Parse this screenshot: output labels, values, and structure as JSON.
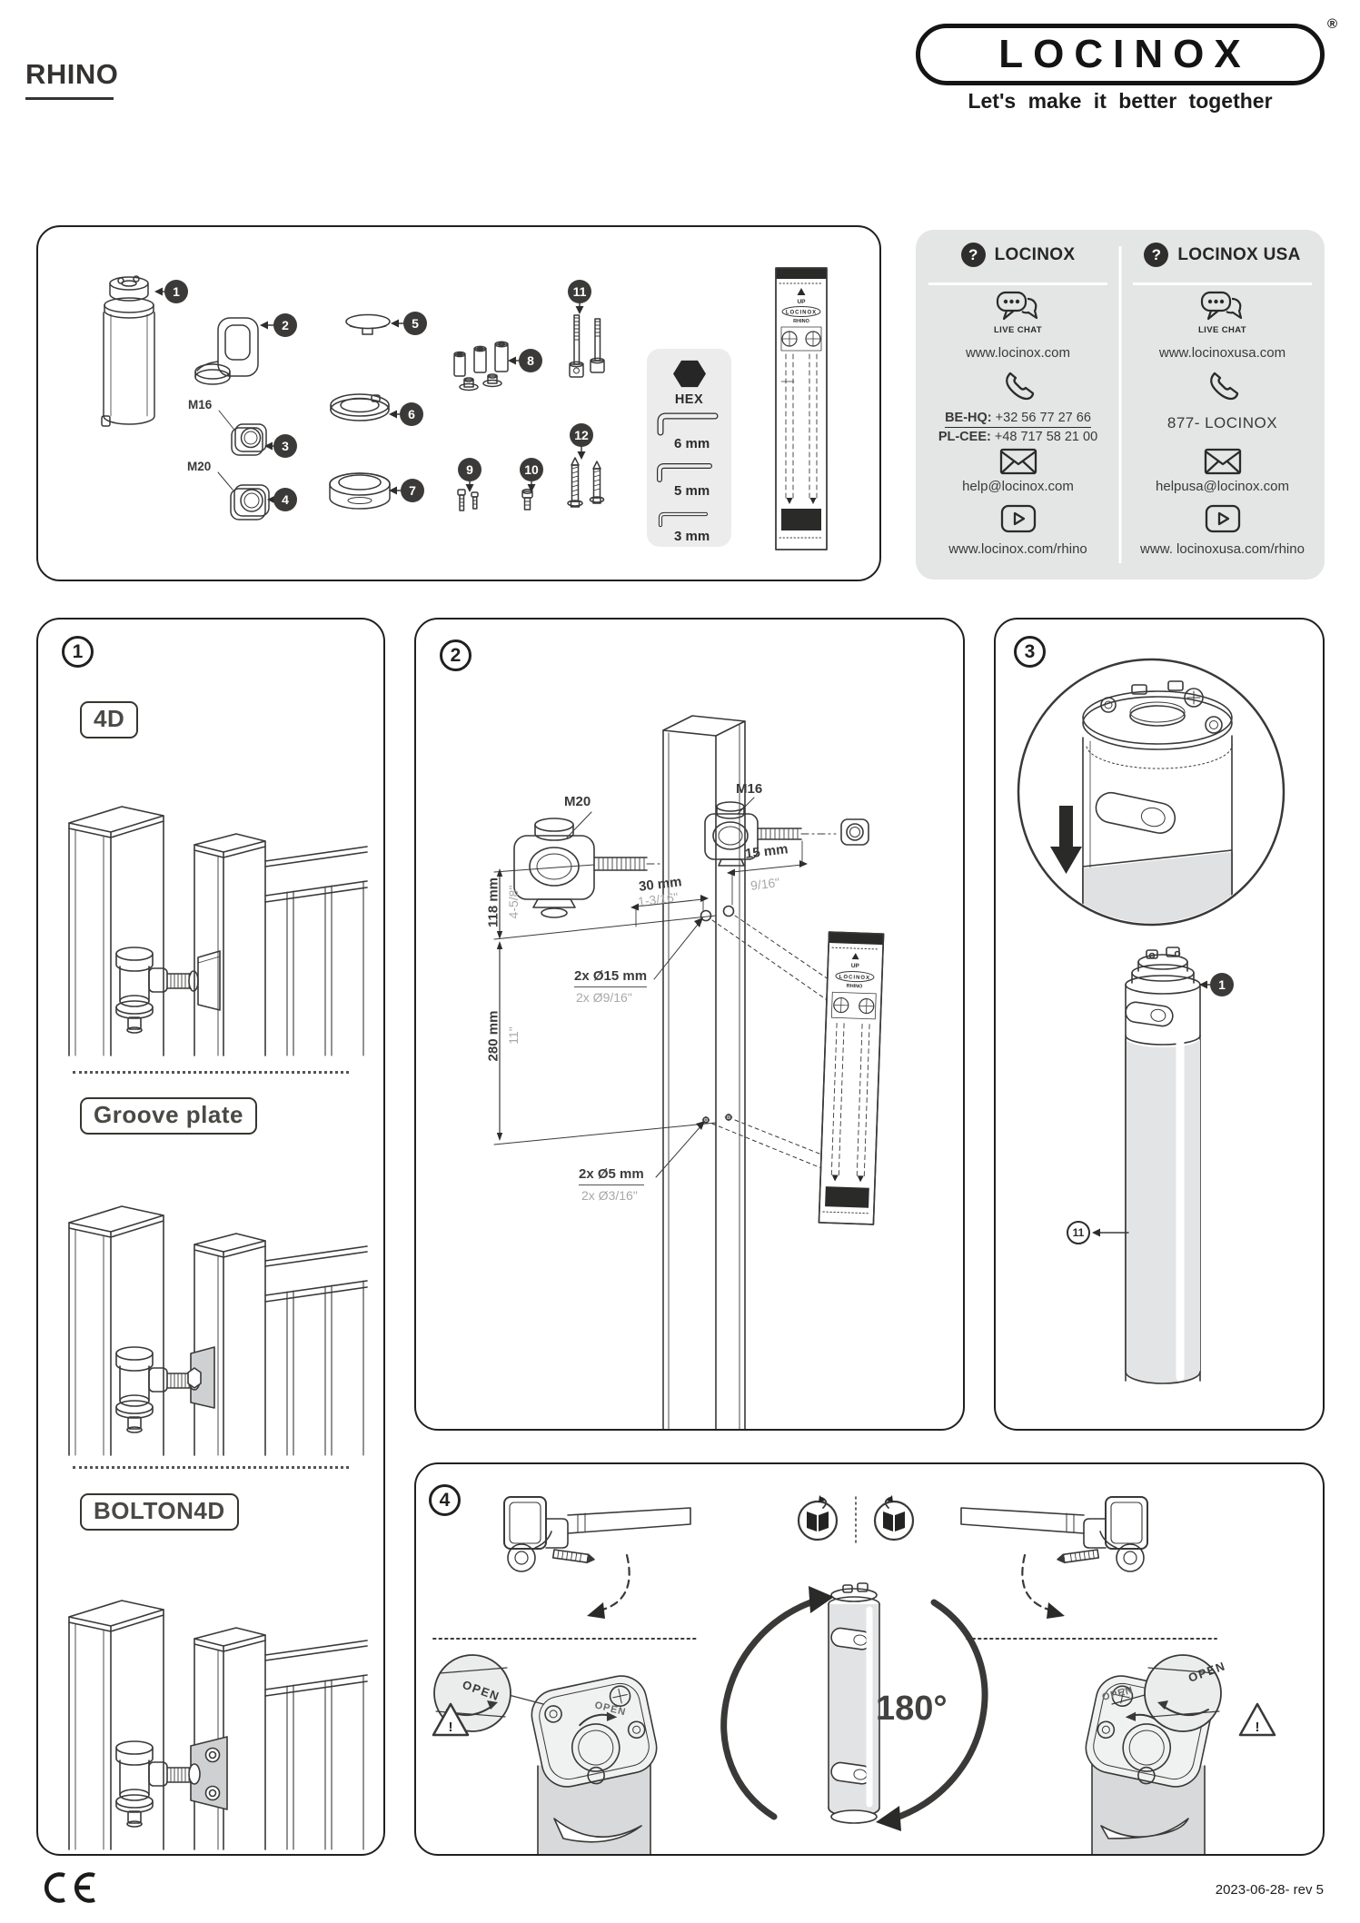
{
  "header": {
    "product_title": "RHINO",
    "brand": "LOCINOX",
    "registered": "®",
    "tagline": "Let's make it better together"
  },
  "parts": {
    "callouts": [
      "1",
      "2",
      "3",
      "4",
      "5",
      "6",
      "7",
      "8",
      "9",
      "10",
      "11",
      "12"
    ],
    "m16": "M16",
    "m20": "M20",
    "hex": {
      "title": "HEX",
      "sizes": [
        "6 mm",
        "5 mm",
        "3 mm"
      ]
    },
    "template": {
      "up": "UP",
      "brand": "LOCINOX",
      "product": "RHINO"
    }
  },
  "contact": {
    "left": {
      "help_icon": "?",
      "title": "LOCINOX",
      "live_chat": "LIVE CHAT",
      "website": "www.locinox.com",
      "phone1_label": "BE-HQ:",
      "phone1_number": "+32 56 77 27 66",
      "phone2_label": "PL-CEE:",
      "phone2_number": "+48 717 58 21 00",
      "email": "help@locinox.com",
      "video_url": "www.locinox.com/rhino"
    },
    "right": {
      "help_icon": "?",
      "title": "LOCINOX USA",
      "live_chat": "LIVE CHAT",
      "website": "www.locinoxusa.com",
      "phone_number": "877- LOCINOX",
      "email": "helpusa@locinox.com",
      "video_url": "www. locinoxusa.com/rhino"
    }
  },
  "steps": {
    "one": {
      "num": "1",
      "label_4d": "4D",
      "label_groove": "Groove plate",
      "label_bolton": "BOLTON4D"
    },
    "two": {
      "num": "2",
      "m20": "M20",
      "m16": "M16",
      "dim118": {
        "mm": "118 mm",
        "inch": "4-5/8\""
      },
      "dim30": {
        "mm": "30 mm",
        "inch": "1-3/16\""
      },
      "dim15": {
        "mm": "15 mm",
        "inch": "9/16\""
      },
      "dim280": {
        "mm": "280 mm",
        "inch": "11\""
      },
      "drill15": {
        "mm": "2x Ø15 mm",
        "inch": "2x Ø9/16\""
      },
      "drill5": {
        "mm": "2x Ø5 mm",
        "inch": "2x Ø3/16\""
      }
    },
    "three": {
      "num": "3",
      "callout_closer": "1",
      "callout_bolt": "11"
    },
    "four": {
      "num": "4",
      "rotation": "180°",
      "open": "OPEN",
      "warning": "!"
    }
  },
  "footer": {
    "ce_mark": "CE",
    "revision": "2023-06-28- rev 5"
  }
}
